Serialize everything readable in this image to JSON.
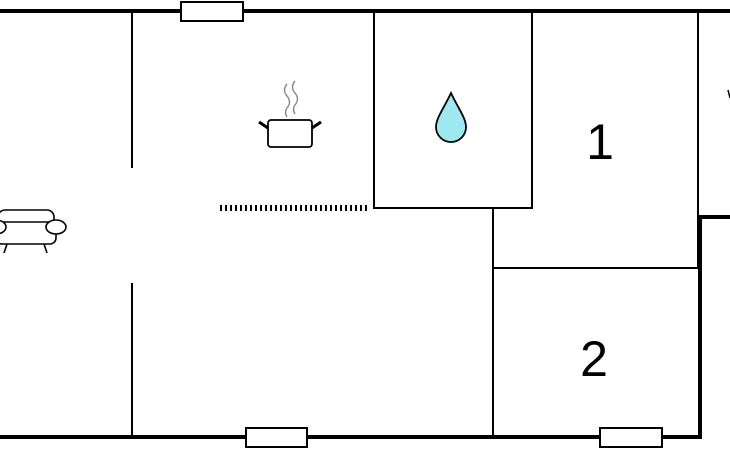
{
  "floorplan": {
    "rooms": [
      {
        "id": "living-room",
        "icon": "sofa-icon"
      },
      {
        "id": "kitchen",
        "icon": "cooking-pot-icon"
      },
      {
        "id": "bathroom",
        "icon": "water-drop-icon"
      },
      {
        "id": "bedroom-1",
        "label": "1"
      },
      {
        "id": "bedroom-2",
        "label": "2"
      }
    ],
    "colors": {
      "wall": "#000000",
      "water_drop_fill": "#9ee8f0",
      "steam": "#888888"
    }
  }
}
